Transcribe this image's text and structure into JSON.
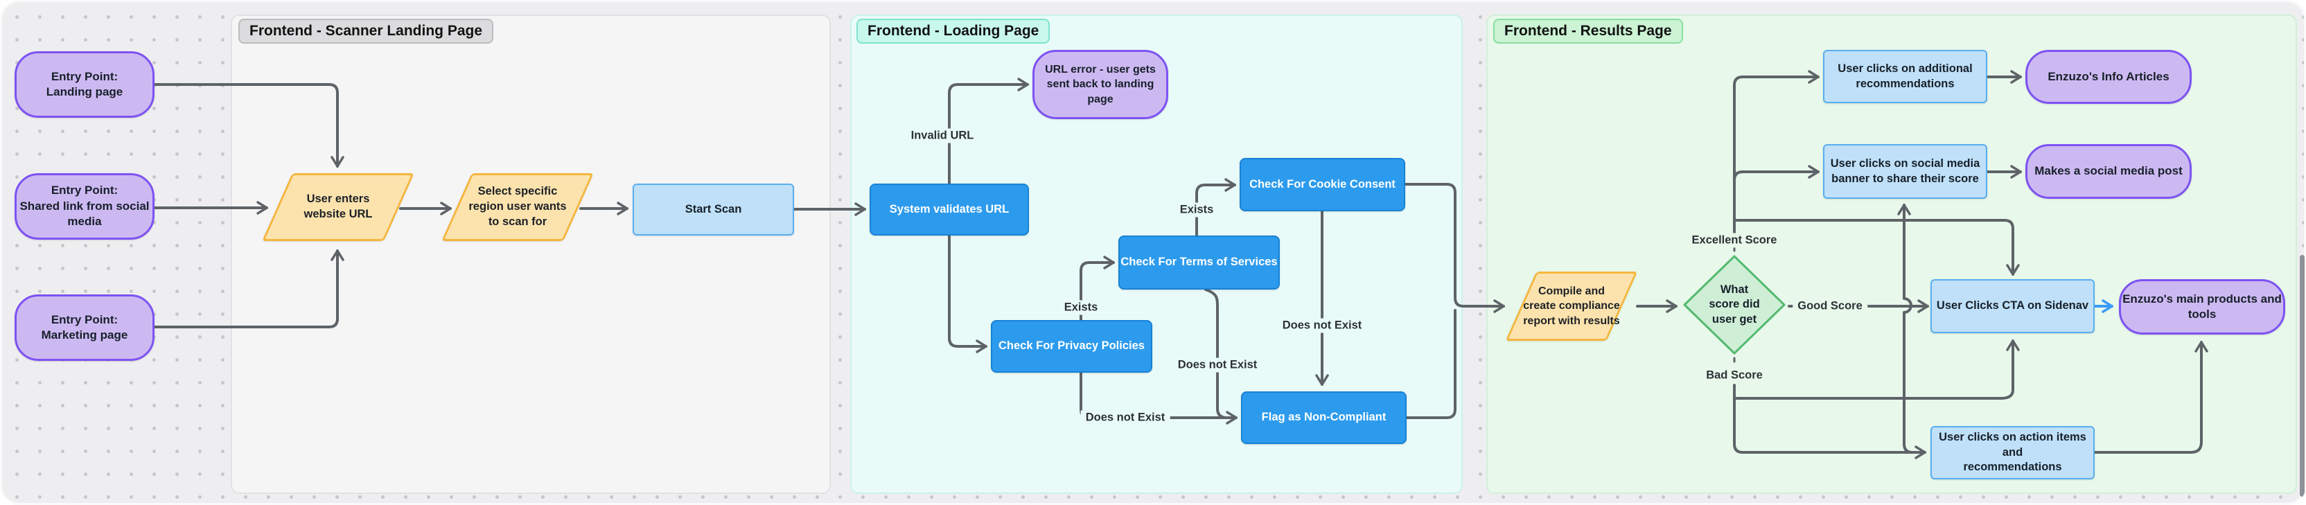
{
  "app": {
    "type": "flowchart-whiteboard"
  },
  "colors": {
    "canvas_bg": "#eeeef0",
    "dot_grid": "#c7c7cb",
    "panel_scanner_bg": "#f5f5f6",
    "panel_loading_bg": "#e9fbf8",
    "panel_results_bg": "#e8f8ea",
    "node_purple_fill": "#cdb9f2",
    "node_purple_border": "#7d53f2",
    "node_blue_fill": "#2d9bed",
    "node_lightblue_fill": "#bfe0f8",
    "node_amber_fill": "#fce3ae",
    "node_amber_border": "#f5b63e",
    "diamond_fill": "#cfeed6",
    "diamond_border": "#53ba6f",
    "connector_gray": "#5e6368",
    "connector_blue": "#3b9bf7"
  },
  "panels": {
    "scanner": {
      "title": "Frontend - Scanner Landing Page"
    },
    "loading": {
      "title": "Frontend - Loading Page"
    },
    "results": {
      "title": "Frontend - Results Page"
    }
  },
  "nodes": {
    "entry_landing": {
      "label": "Entry Point:\nLanding page"
    },
    "entry_social": {
      "label": "Entry Point:\nShared link from social\nmedia"
    },
    "entry_marketing": {
      "label": "Entry Point:\nMarketing page"
    },
    "enter_url": {
      "label": "User enters\nwebsite URL"
    },
    "select_region": {
      "label": "Select specific\nregion user wants\nto scan for"
    },
    "start_scan": {
      "label": "Start Scan"
    },
    "validate": {
      "label": "System validates URL"
    },
    "url_error": {
      "label": "URL error - user gets\nsent back to landing\npage"
    },
    "privacy": {
      "label": "Check For Privacy Policies"
    },
    "terms": {
      "label": "Check For Terms of Services"
    },
    "cookie": {
      "label": "Check For Cookie Consent"
    },
    "flag": {
      "label": "Flag as Non-Compliant"
    },
    "compile": {
      "label": "Compile and\ncreate compliance\nreport with results"
    },
    "score": {
      "label": "What\nscore did\nuser get"
    },
    "recs": {
      "label": "User clicks on additional\nrecommendations"
    },
    "banner": {
      "label": "User clicks on social media\nbanner to share their score"
    },
    "cta": {
      "label": "User Clicks CTA on Sidenav"
    },
    "action_items": {
      "label": "User clicks on action items and\nrecommendations"
    },
    "articles": {
      "label": "Enzuzo's Info Articles"
    },
    "social_post": {
      "label": "Makes a social media post"
    },
    "products": {
      "label": "Enzuzo's main products and\ntools"
    }
  },
  "edge_labels": {
    "invalid_url": "Invalid URL",
    "exists_privacy": "Exists",
    "exists_terms": "Exists",
    "dne_cookie": "Does not Exist",
    "dne_terms": "Does not Exist",
    "dne_privacy": "Does not Exist",
    "excellent": "Excellent Score",
    "good": "Good Score",
    "bad": "Bad Score"
  }
}
